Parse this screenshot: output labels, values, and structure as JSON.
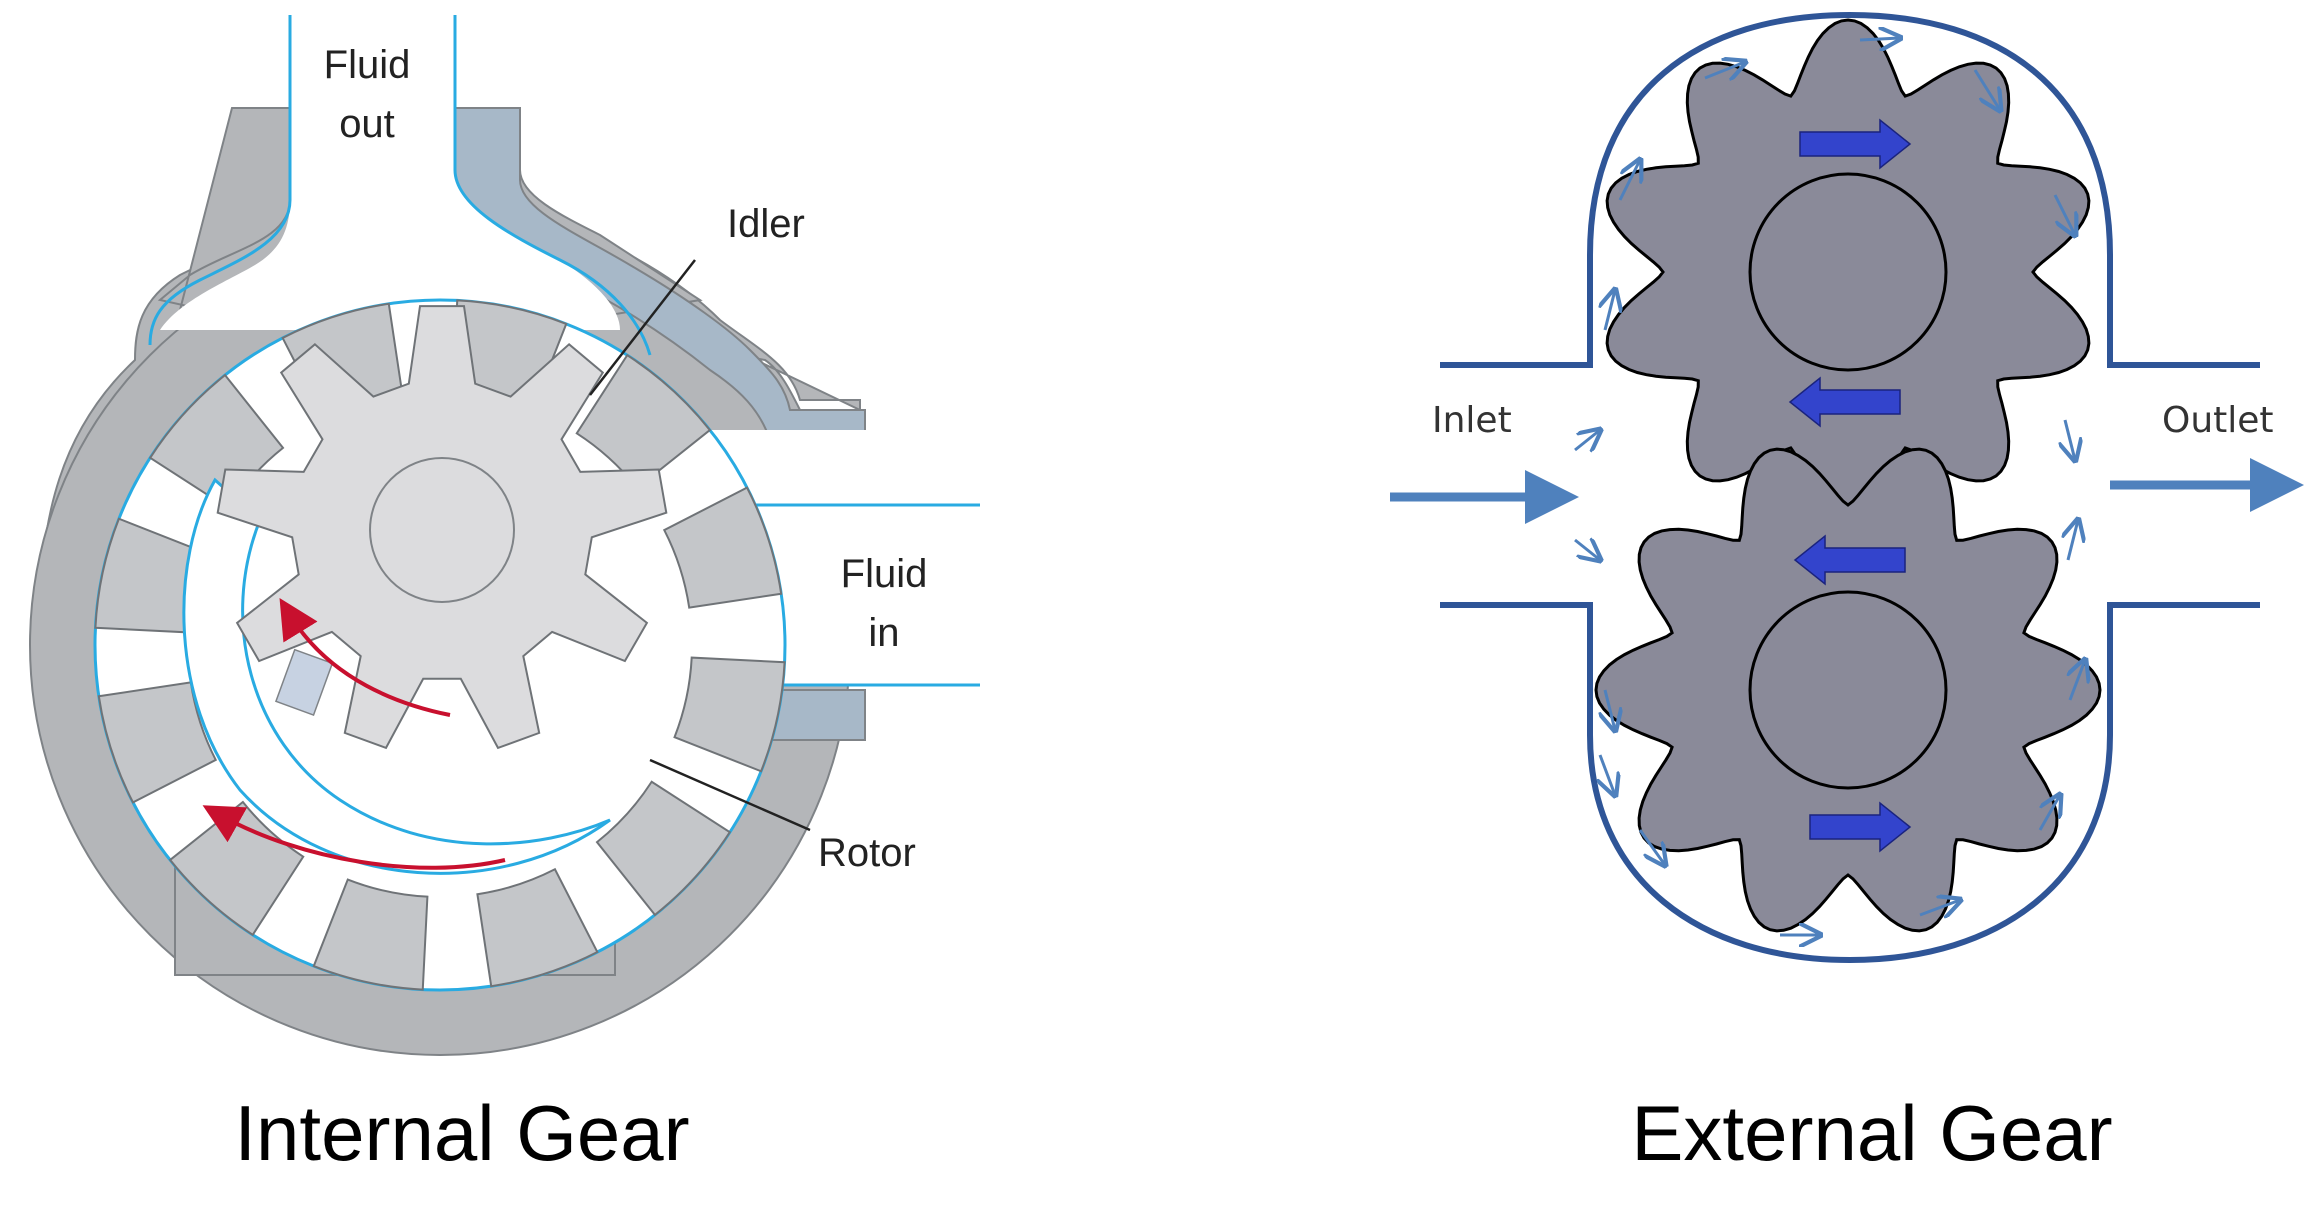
{
  "internal_gear": {
    "caption": "Internal Gear",
    "label_fluid_out_line1": "Fluid",
    "label_fluid_out_line2": "out",
    "label_idler": "Idler",
    "label_fluid_in_line1": "Fluid",
    "label_fluid_in_line2": "in",
    "label_rotor": "Rotor"
  },
  "external_gear": {
    "caption": "External Gear",
    "label_inlet": "Inlet",
    "label_outlet": "Outlet"
  },
  "colors": {
    "housing_gray": "#b4b6b9",
    "housing_dark_side": "#a7b8c8",
    "rotor_tooth": "#c4c6c9",
    "idler_gear": "#dcdcde",
    "fluid_line": "#29abe2",
    "flow_arrow_red": "#c8102e",
    "ext_gear": "#8a8a99",
    "ext_casing": "#2f5597",
    "ext_flow_arrow": "#4f81bd",
    "ext_rotation_arrow": "#3344cc"
  }
}
